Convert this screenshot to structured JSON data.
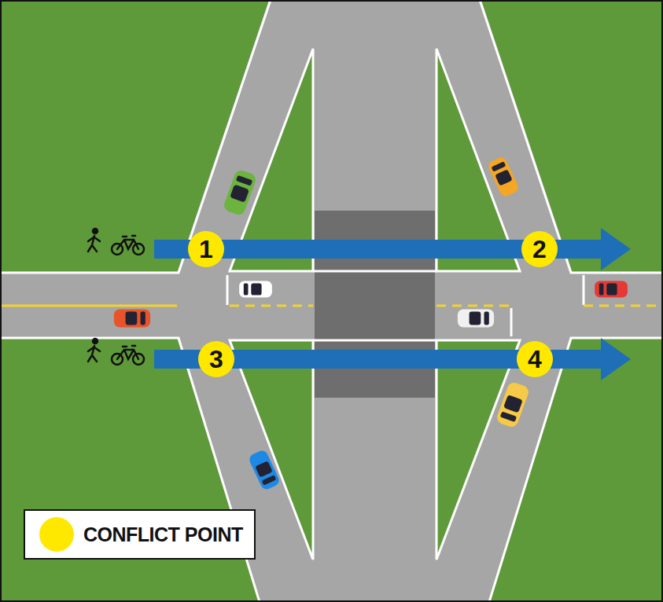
{
  "diagram": {
    "nodes": [
      {
        "text": [
          "1"
        ]
      },
      {
        "text": [
          "2"
        ]
      },
      {
        "text": [
          "3"
        ]
      },
      {
        "text": [
          "4"
        ]
      }
    ],
    "legend": [
      {
        "text": "CONFLICT POINT",
        "color": "#ffe800"
      }
    ]
  }
}
